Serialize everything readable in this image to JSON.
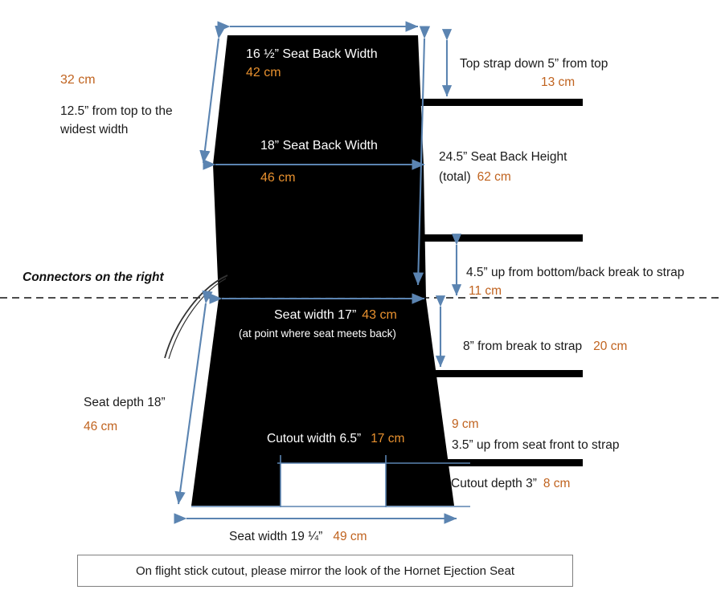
{
  "diagram": {
    "title": "Ejection seat dimension drawing",
    "colors": {
      "seat_fill": "#000000",
      "dimension_arrow": "#5b84b1",
      "cm_text": "#c0631f",
      "cm_text_on_black": "#e8912f",
      "strap_bar": "#000000",
      "note_border": "#7f7f7f"
    }
  },
  "labels": {
    "back_width_top_in": "16 ½” Seat Back Width",
    "back_width_top_cm": "42 cm",
    "back_width_wide_in": "18” Seat Back Width",
    "back_width_wide_cm": "46 cm",
    "top_to_widest_cm": "32 cm",
    "top_to_widest_in_l1": "12.5” from top to the",
    "top_to_widest_in_l2": "widest width",
    "top_strap_in": "Top strap down 5” from top",
    "top_strap_cm": "13 cm",
    "back_height_in": "24.5” Seat Back Height",
    "back_height_cm_line": "(total)  62 cm",
    "back_height_total_prefix": "(total)",
    "back_height_cm": "62 cm",
    "break_strap_up_in": "4.5” up from bottom/back break to strap",
    "break_strap_up_cm": "11 cm",
    "connectors_note": "Connectors on the right",
    "seat_width_meet_in": "Seat width 17”",
    "seat_width_meet_cm": "43 cm",
    "seat_width_meet_sub": "(at point where seat meets back)",
    "break_to_strap_in": "8” from break to strap",
    "break_to_strap_cm": "20 cm",
    "seat_depth_in": "Seat depth 18”",
    "seat_depth_cm": "46 cm",
    "cutout_width_in": "Cutout width 6.5”",
    "cutout_width_cm": "17 cm",
    "seat_front_strap_cm": "9 cm",
    "seat_front_strap_in": "3.5” up from seat front to strap",
    "cutout_depth_in": "Cutout depth 3”",
    "cutout_depth_cm": "8 cm",
    "seat_width_front_in": "Seat width 19 ¼”",
    "seat_width_front_cm": "49 cm",
    "bottom_note": "On flight stick cutout, please mirror the look of the Hornet Ejection Seat"
  },
  "chart_data": {
    "type": "diagram",
    "title": "Ejection seat dimension drawing",
    "measurements": [
      {
        "name": "seat_back_width_top",
        "inches": "16 1/2",
        "cm": 42
      },
      {
        "name": "seat_back_width_widest",
        "inches": "18",
        "cm": 46
      },
      {
        "name": "top_to_widest_width",
        "inches": "12.5",
        "cm": 32
      },
      {
        "name": "top_strap_down_from_top",
        "inches": "5",
        "cm": 13
      },
      {
        "name": "seat_back_height_total",
        "inches": "24.5",
        "cm": 62
      },
      {
        "name": "up_from_back_break_to_strap",
        "inches": "4.5",
        "cm": 11
      },
      {
        "name": "seat_width_at_seat_back_joint",
        "inches": "17",
        "cm": 43
      },
      {
        "name": "from_break_to_strap",
        "inches": "8",
        "cm": 20
      },
      {
        "name": "seat_depth",
        "inches": "18",
        "cm": 46
      },
      {
        "name": "cutout_width",
        "inches": "6.5",
        "cm": 17
      },
      {
        "name": "up_from_seat_front_to_strap",
        "inches": "3.5",
        "cm": 9
      },
      {
        "name": "cutout_depth",
        "inches": "3",
        "cm": 8
      },
      {
        "name": "seat_width_front",
        "inches": "19 1/4",
        "cm": 49
      }
    ],
    "straps": 4,
    "note": "On flight stick cutout, please mirror the look of the Hornet Ejection Seat"
  }
}
